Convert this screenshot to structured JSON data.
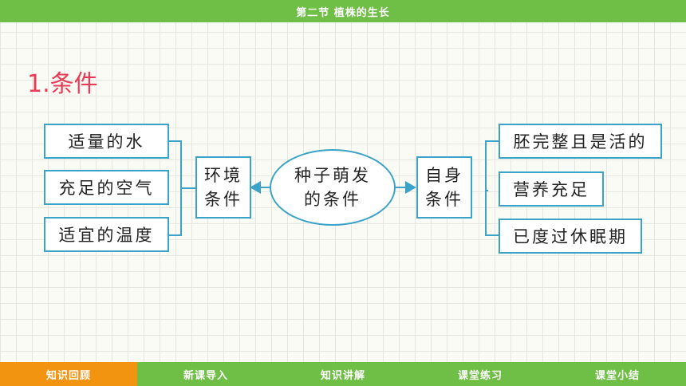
{
  "header": {
    "title": "第二节  植株的生长"
  },
  "section": {
    "title": "1.条件"
  },
  "diagram": {
    "center": {
      "line1": "种子萌发",
      "line2": "的条件"
    },
    "left_group": {
      "line1": "环境",
      "line2": "条件"
    },
    "right_group": {
      "line1": "自身",
      "line2": "条件"
    },
    "left_items": [
      "适量的水",
      "充足的空气",
      "适宜的温度"
    ],
    "right_items": [
      "胚完整且是活的",
      "营养充足",
      "已度过休眠期"
    ]
  },
  "nav": {
    "items": [
      "知识回顾",
      "新课导入",
      "知识讲解",
      "课堂练习",
      "课堂小结"
    ],
    "active_index": 0
  },
  "colors": {
    "bar_green": "#6fbe45",
    "active_orange": "#f2940f",
    "title_red": "#e73c55",
    "box_blue": "#3ba3c7"
  }
}
